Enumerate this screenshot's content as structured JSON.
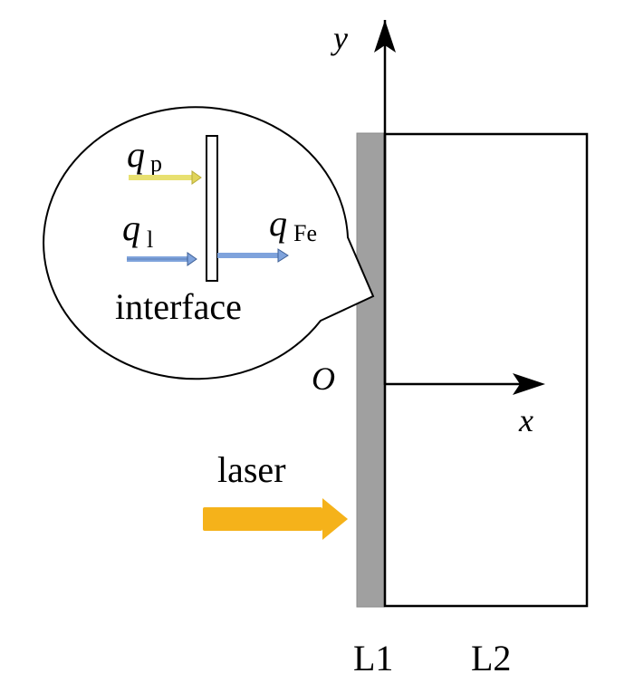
{
  "axes": {
    "y_label": "y",
    "x_label": "x",
    "origin_label": "O"
  },
  "callout": {
    "q_p": {
      "symbol": "q",
      "subscript": "p"
    },
    "q_l": {
      "symbol": "q",
      "subscript": "l"
    },
    "q_fe": {
      "symbol": "q",
      "subscript": "Fe"
    },
    "interface_label": "interface"
  },
  "laser_label": "laser",
  "layer_labels": [
    "L1",
    "L2"
  ],
  "colors": {
    "layer1_fill": "#a0a0a0",
    "laser_arrow": "#f5b21a",
    "q_p_arrow": "#e8e070",
    "q_l_arrow": "#7fa3dc",
    "q_fe_arrow": "#7fa3dc",
    "outline": "#000000"
  }
}
